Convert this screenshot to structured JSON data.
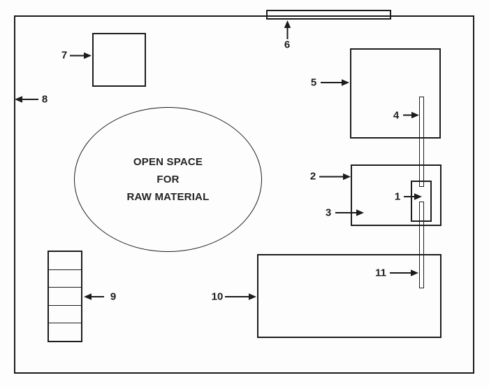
{
  "diagram": {
    "type": "plant-layout-drawing",
    "line_color": "#1b1b1b",
    "background_color": "#fdfdfd",
    "open_space": {
      "line1": "OPEN SPACE",
      "line2": "FOR",
      "line3": "RAW MATERIAL"
    },
    "labels": [
      "1",
      "2",
      "3",
      "4",
      "5",
      "6",
      "7",
      "8",
      "9",
      "10",
      "11"
    ],
    "arrows": {
      "1": "right",
      "2": "right",
      "3": "right",
      "4": "right",
      "5": "right",
      "6": "up",
      "7": "right",
      "8": "left",
      "9": "left",
      "10": "right",
      "11": "right"
    }
  }
}
